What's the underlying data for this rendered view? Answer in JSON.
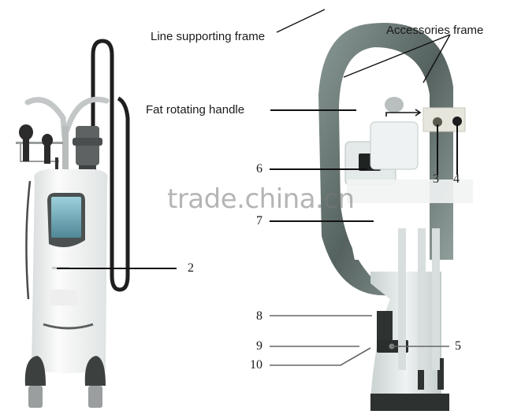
{
  "diagram": {
    "title_labels": {
      "line_supporting_frame": "Line supporting frame",
      "accessories_frame": "Accessories frame",
      "fat_rotating_handle": "Fat rotating handle"
    },
    "numbered_callouts": [
      "2",
      "3",
      "4",
      "5",
      "6",
      "7",
      "8",
      "9",
      "10"
    ],
    "watermark": "trade.china.cn",
    "colors": {
      "machine_body": "#eef1f1",
      "hose": "#222222",
      "screen": "#6fa8b8",
      "frame_texture": "#6d7f7c",
      "callout_line": "#111111"
    }
  }
}
